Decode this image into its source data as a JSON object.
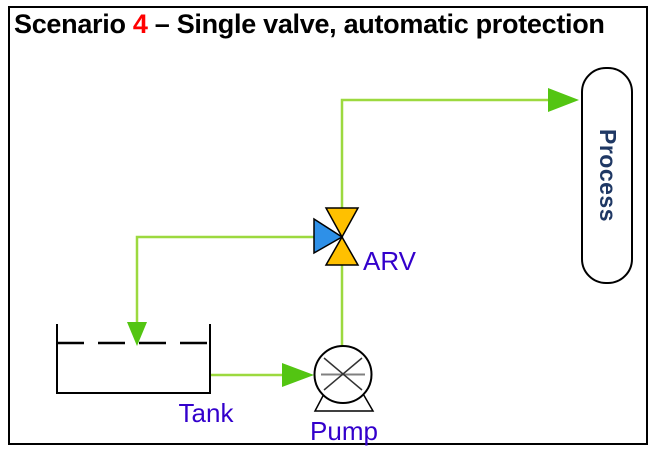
{
  "title": {
    "part1": "Scenario ",
    "highlight": "4",
    "part2": " – Single valve, automatic protection"
  },
  "labels": {
    "valve": "ARV",
    "tank": "Tank",
    "pump": "Pump",
    "process": "Process"
  },
  "colors": {
    "title_text": "#000000",
    "title_highlight": "#FF0000",
    "label_text": "#3300CC",
    "process_text": "#1F3864",
    "pipe_line": "#9CD93F",
    "pipe_arrow": "#53C512",
    "valve_gold": "#FFC000",
    "valve_blue": "#2E90E8",
    "outline": "#000000",
    "pump_spoke_gray": "#808080",
    "background": "#FFFFFF"
  }
}
